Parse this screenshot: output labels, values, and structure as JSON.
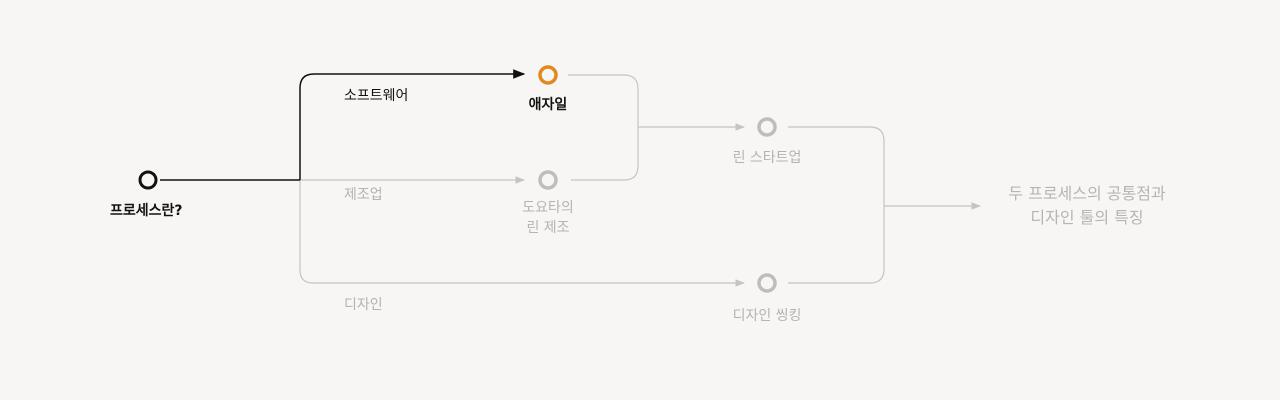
{
  "colors": {
    "background": "#f7f6f4",
    "active_line": "#111111",
    "inactive_line": "#c4c4c4",
    "active_node": "#111111",
    "highlight_node": "#e08a1e",
    "inactive_node": "#bdbdbd",
    "active_text": "#111111",
    "inactive_text": "#b3b3b3"
  },
  "nodes": {
    "start": {
      "label": "프로세스란?",
      "state": "active"
    },
    "agile": {
      "label": "애자일",
      "state": "highlight"
    },
    "toyota": {
      "line1": "도요타의",
      "line2": "린 제조",
      "state": "inactive"
    },
    "lean_startup": {
      "label": "린 스타트업",
      "state": "inactive"
    },
    "design_thinking": {
      "label": "디자인 씽킹",
      "state": "inactive"
    }
  },
  "branches": {
    "software": "소프트웨어",
    "manufacturing": "제조업",
    "design": "디자인"
  },
  "destination": {
    "line1": "두 프로세스의 공통점과",
    "line2": "디자인 툴의 특징"
  }
}
